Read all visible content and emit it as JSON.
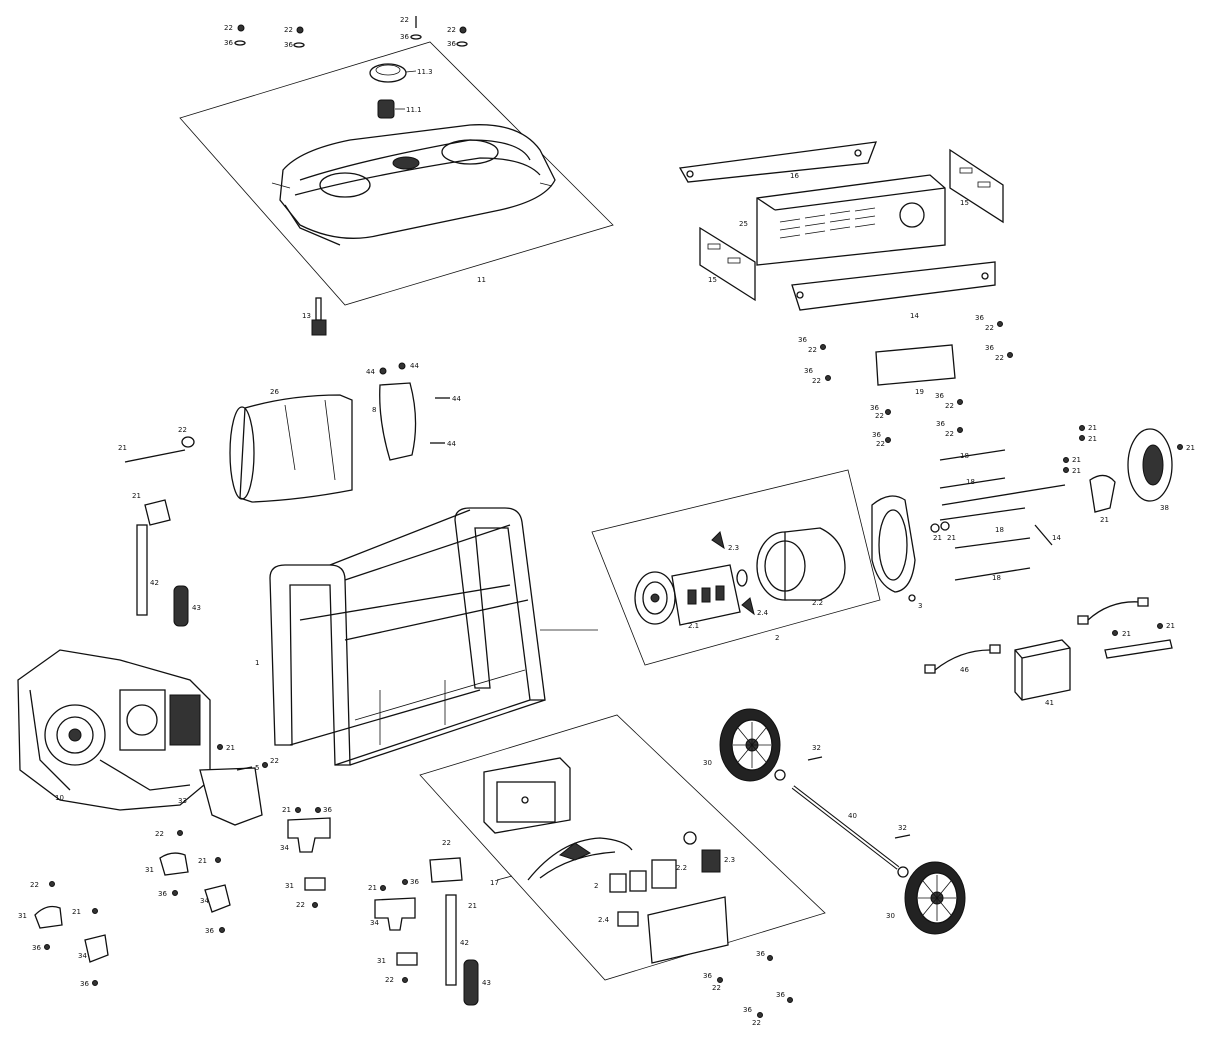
{
  "callouts": {
    "frame": "1",
    "fuel_tank": "11",
    "tank_cap": "11.3",
    "tank_filter": "11.1",
    "fuel_cock": "13",
    "air_cleaner_cover": "26",
    "bracket_top": "8",
    "muffler_bracket_bolt": "44",
    "handle_support": "42",
    "handle_grip": "43",
    "engine": "10",
    "engine_shield": "33",
    "alternator": "2",
    "rotor": "2.1",
    "stator": "2.2",
    "brush_a": "2.3",
    "brush_b": "2.4",
    "end_cover": "3",
    "fan_cover": "38",
    "top_rail": "16",
    "side_plate_left": "15",
    "side_plate_right": "15",
    "panel_cover": "25",
    "bottom_rail": "14",
    "name_plate": "19",
    "wheel": "30",
    "axle": "40",
    "cotter_pin": "32",
    "control_box": "17",
    "battery": "41",
    "wire_harness": "46",
    "mount_foot": "34",
    "mount_rubber": "31",
    "screw": "22",
    "washer": "36",
    "nut": "21",
    "long_bolt": "18",
    "stud": "5"
  },
  "colors": {
    "line": "#111111",
    "background": "#ffffff",
    "dark_fill": "#333333"
  }
}
